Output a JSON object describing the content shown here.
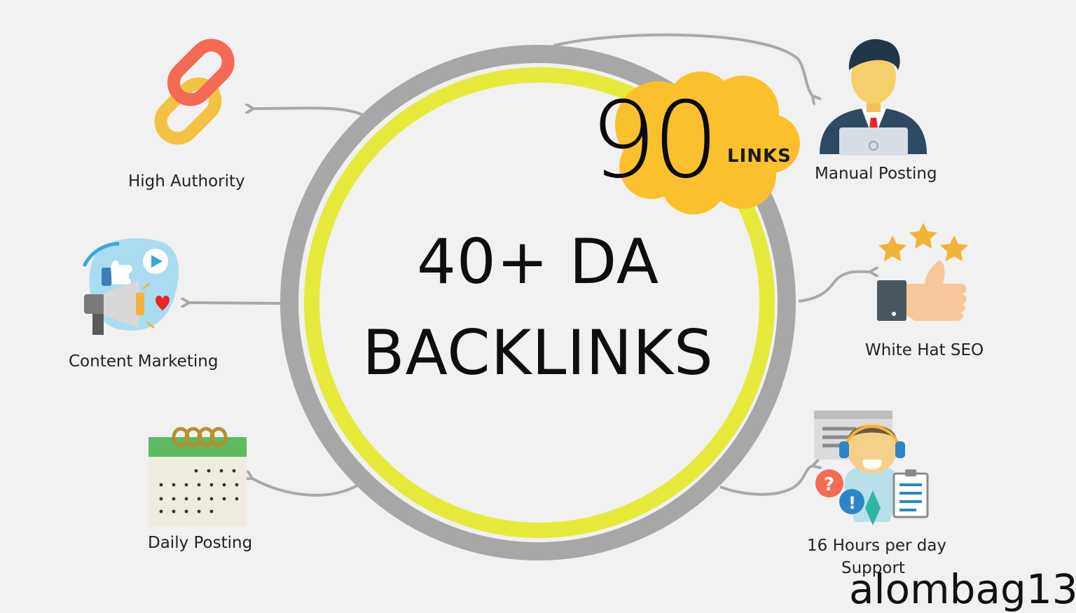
{
  "center": {
    "line1": "40+ DA",
    "line2": "BACKLINKS"
  },
  "badge": {
    "number": "90",
    "unit": "LINKS"
  },
  "features": {
    "high_authority": "High Authority",
    "content_marketing": "Content Marketing",
    "daily_posting": "Daily Posting",
    "manual_posting": "Manual Posting",
    "white_hat_seo": "White Hat SEO",
    "support_line1": "16 Hours per day",
    "support_line2": "Support"
  },
  "watermark": "alombag13",
  "colors": {
    "background": "#f1f1f1",
    "outer_ring": "#a7a7a7",
    "inner_ring": "#e6ea3a",
    "badge_cloud": "#fbc02d",
    "arrow": "#a9a9a9"
  }
}
